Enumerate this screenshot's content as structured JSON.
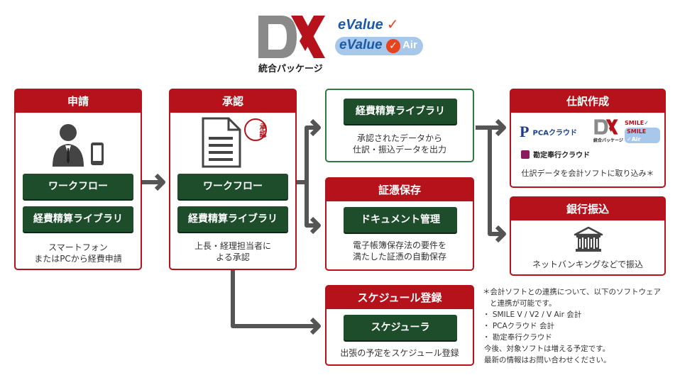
{
  "header": {
    "dx_logo": "DX",
    "dx_caption": "統合パッケージ",
    "evalue_logo": "eValue",
    "evalue_air_logo": "eValue",
    "evalue_air_suffix": "Air"
  },
  "apply": {
    "title": "申請",
    "button1": "ワークフロー",
    "button2": "経費精算ライブラリ",
    "desc_line1": "スマートフォン",
    "desc_line2": "またはPCから経費申請"
  },
  "approve": {
    "title": "承認",
    "stamp": "承認",
    "button1": "ワークフロー",
    "button2": "経費精算ライブラリ",
    "desc_line1": "上長・経理担当者に",
    "desc_line2": "よる承認"
  },
  "library": {
    "button": "経費精算ライブラリ",
    "desc_line1": "承認されたデータから",
    "desc_line2": "仕訳・振込データを出力"
  },
  "evidence": {
    "title": "証憑保存",
    "button": "ドキュメント管理",
    "desc_line1": "電子帳簿保存法の要件を",
    "desc_line2": "満たした証憑の自動保存"
  },
  "schedule": {
    "title": "スケジュール登録",
    "button": "スケジューラ",
    "desc": "出張の予定をスケジュール登録"
  },
  "journal": {
    "title": "仕訳作成",
    "pca_logo": "PCAクラウド",
    "dx_logo": "DX",
    "dx_caption": "統合パッケージ",
    "smile_logo1": "SMILE",
    "smile_logo2": "SMILE",
    "bugyo_logo": "勘定奉行クラウド",
    "desc": "仕訳データを会計ソフトに取り込み＊"
  },
  "bank": {
    "title": "銀行振込",
    "desc": "ネットバンキングなどで振込"
  },
  "footnote": {
    "line1": "＊会計ソフトとの連携について、以下のソフトウェア",
    "line2": "と連携が可能です。",
    "item1": "・ SMILE V / V2 / V Air 会計",
    "item2": "・ PCAクラウド 会計",
    "item3": "・ 勘定奉行クラウド",
    "line3": "今後、対象ソフトは増える予定です。",
    "line4": "最新の情報はお問い合わせください。"
  },
  "colors": {
    "red": "#b5121b",
    "dark_green": "#1e4d2b",
    "green_border": "#2f7a43",
    "arrow": "#555555"
  }
}
